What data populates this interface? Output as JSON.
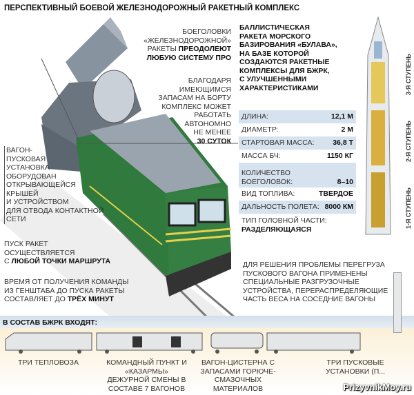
{
  "title": "Перспективный боевой железнодорожный ракетный комплекс",
  "warheads": {
    "t1": "Боеголовки",
    "t2": "«железнодорожной»",
    "t3": "ракеты",
    "t3b": "преодолеют",
    "t4": "любую систему ПРО"
  },
  "autonomy": {
    "lines": [
      "Благодаря",
      "имеющимся",
      "запасам на борту",
      "комплекс может",
      "работать",
      "автономно",
      "не менее"
    ],
    "bold": "30 суток"
  },
  "missile_intro": [
    "Баллистическая",
    "ракета морского",
    "базирования «Булава»,",
    "на базе которой",
    "создаются ракетные",
    "комплексы для БЖРК,",
    "с улучшенными",
    "характеристиками"
  ],
  "specs": [
    {
      "label": "Длина:",
      "value": "12,1 м"
    },
    {
      "label": "Диаметр:",
      "value": "2 м"
    },
    {
      "label": "Стартовая масса:",
      "value": "36,8 т"
    },
    {
      "label": "Масса БЧ:",
      "value": "1150 кг"
    },
    {
      "label": "Количество боеголовок:",
      "value": "8–10"
    },
    {
      "label": "Вид топлива:",
      "value": "твердое"
    },
    {
      "label": "Дальность полета:",
      "value": "8000 км"
    }
  ],
  "warhead_type": {
    "label": "Тип головной части:",
    "value": "разделяющаяся"
  },
  "stages": [
    "3-я ступень",
    "2-я ступень",
    "1-я ступень"
  ],
  "wagon_text": [
    "Вагон-",
    "пусковая",
    "установка",
    "оборудован",
    "открывающейся",
    "крышей",
    "и устройством",
    "для отвода контактной",
    "сети"
  ],
  "launch": {
    "l1": "Пуск ракет",
    "l2": "осуществляется",
    "l3a": "с ",
    "l3b": "любой точки маршрута"
  },
  "time": {
    "l1": "Время от получения команды",
    "l2": "из Генштаба до пуска ракеты",
    "l3a": "составляет до ",
    "l3b": "трёх минут"
  },
  "overload": [
    "Для решения проблемы перегруза",
    "пускового вагона применены",
    "специальные разгрузочные",
    "устройства, перераспределяющие",
    "часть веса на соседние вагоны"
  ],
  "composition": {
    "heading": "В состав БЖРК входят:",
    "items": [
      {
        "text": "Три тепловоза"
      },
      {
        "text": "Командный пункт и «казармы» дежурной смены в составе 7 вагонов"
      },
      {
        "text": "Вагон-цистерна с запасами горюче-смазочных материалов"
      },
      {
        "text": "Три пусковые установки (п..."
      }
    ]
  },
  "watermark": "PrizyvnikMoy.ru",
  "colors": {
    "loco": "#2f7a3c",
    "stripe": "#e6d24a",
    "table": "#d6e2ee"
  }
}
